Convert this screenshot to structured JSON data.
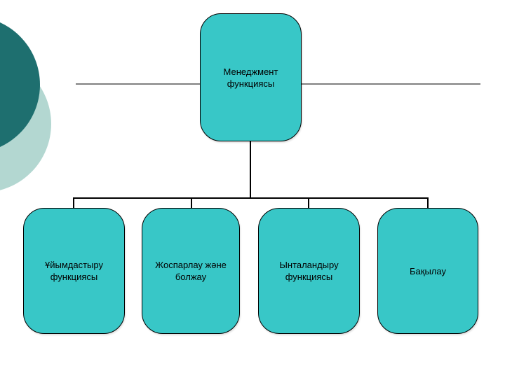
{
  "slide": {
    "background": "#FFFFFF"
  },
  "colors": {
    "node_fill": "#38C7C7",
    "node_border": "#000000",
    "connector_line": "#000000",
    "divider_line": "#000000",
    "corner_circle_dark": "#1E6F6F",
    "corner_circle_light": "#B3D7D1",
    "text": "#000000"
  },
  "diagram": {
    "root": {
      "label": "Менеджмент\nфункциясы"
    },
    "children": [
      {
        "label": "Ұйымдастыру\nфункциясы"
      },
      {
        "label": "Жоспарлау және\nболжау"
      },
      {
        "label": "Ынталандыру\nфункциясы"
      },
      {
        "label": "Бақылау"
      }
    ]
  }
}
